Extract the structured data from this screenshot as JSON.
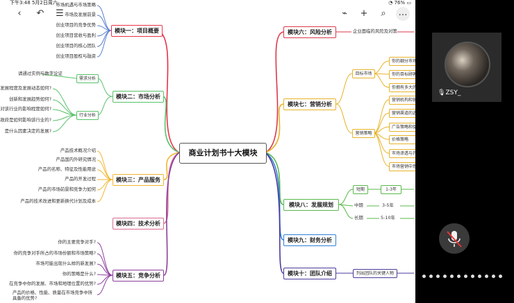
{
  "status": {
    "time": "下午3:48",
    "date": "5月2日周六",
    "battery": "76%"
  },
  "toolbar": {
    "back": "‹",
    "undo": "↶",
    "list": "☰",
    "paint": "⌁",
    "add": "+",
    "search": "⌕",
    "more": "…"
  },
  "center": "商业计划书十大模块",
  "modules": {
    "m1": "模块一：项目概要",
    "m2": "模块二：市场分析",
    "m3": "模块三：产品服务",
    "m4": "模块四：技术分析",
    "m5": "模块五：竞争分析",
    "m6": "模块六：风险分析",
    "m7": "模块七：营销分析",
    "m8": "模块八：发展规划",
    "m9": "模块九：财务分析",
    "m10": "模块十：团队介绍"
  },
  "m1_items": [
    "市场机遇与市场策略",
    "市场及发展前景",
    "创业项目的竞争优势",
    "创业项目营收与盈利",
    "创业项目的核心团队",
    "创业项目股权与融资"
  ],
  "m2": {
    "intro": "请通过实例与数字论证",
    "sub1": "需求分析",
    "sub2": "行业分析",
    "items": [
      "发展程度及发展动态如何?",
      "创新和发展趋势如何?",
      "技术对该行业的影响程度如何?",
      "政府是如何影响该行业的?",
      "是什么因素决定的发展?"
    ]
  },
  "m3_items": [
    "产品技术概况介绍",
    "产品国内外研究情况",
    "产品的名称、特征及性能用途",
    "产品的开发过程",
    "产品的市场前景和竞争力如何",
    "产品的技术改进和更新换代计划及成本"
  ],
  "m5_items": [
    "你的主要竞争对手?",
    "你的竞争对手所占的市场份额和市场策略?",
    "市场可能出现什么样的新发展?",
    "你的策略是什么?",
    "在竞争中你的发展、市场和地理位置的优势?",
    "产品的价格、性能、质量在市场竞争中所具备的优势?"
  ],
  "m6": {
    "sub": "企业面临的风险及对策"
  },
  "m7": {
    "sub1": "目标市场",
    "sub2": "营销策略",
    "target": [
      "你的细分市场",
      "你的目标顾客",
      "你拥有多大的市场"
    ],
    "strategy": [
      "营销机构和营销队伍",
      "营销渠道的选择",
      "广告策略和促销策略",
      "价格策略",
      "市场渗透与开拓",
      "市场营销中意外情况"
    ]
  },
  "m8": {
    "short": "短期",
    "mid": "中期",
    "long": "长期",
    "short_y": "1-3年",
    "mid_y": "3-5年",
    "long_y": "5-10年"
  },
  "m10": {
    "sub": "列出团队的关键人物"
  },
  "participant": {
    "name": "ZSY_"
  },
  "colors": {
    "m1": "#e8334a",
    "m2": "#58c16a",
    "m3": "#f2b632",
    "m4": "#d96b8f",
    "m5": "#8a3e9c",
    "m6": "#d83a4a",
    "m7": "#e8b228",
    "m8": "#58b84a",
    "m9": "#2f7fd6",
    "m10": "#4a3a9c"
  }
}
